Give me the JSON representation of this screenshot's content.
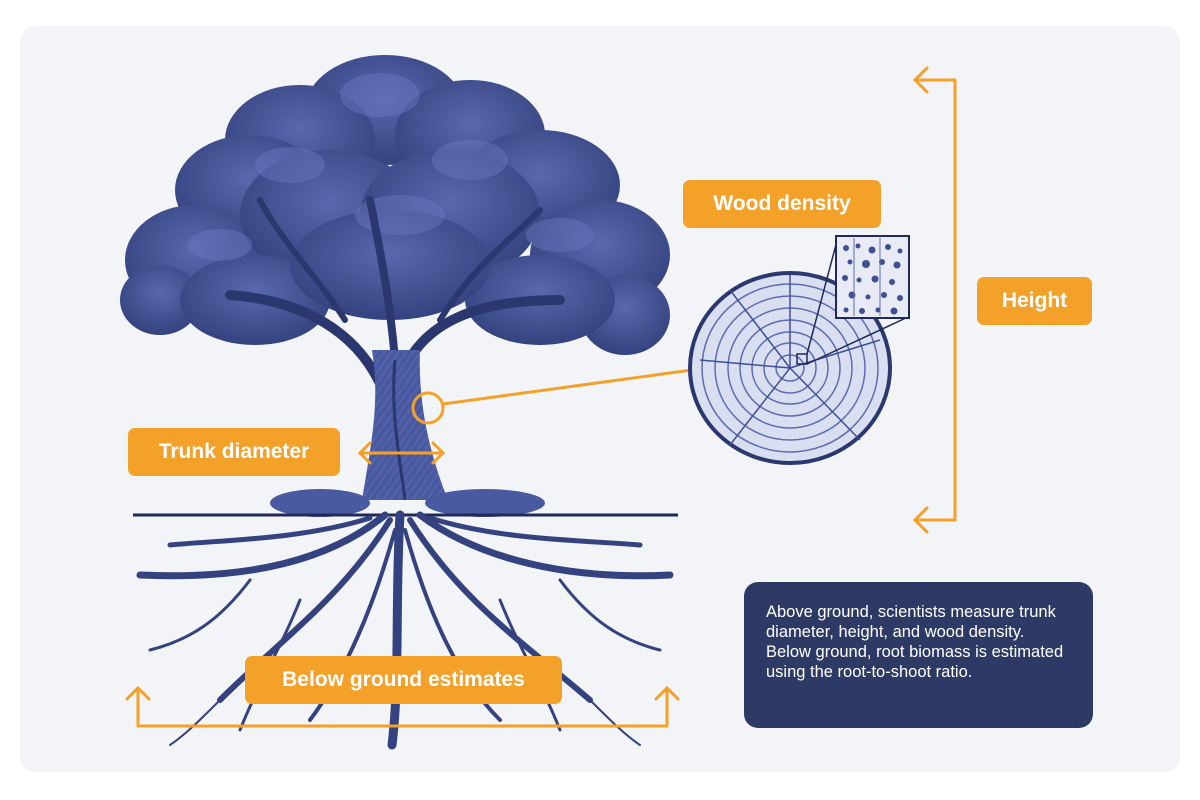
{
  "labels": {
    "wood_density": "Wood density",
    "height": "Height",
    "trunk_diameter": "Trunk diameter",
    "below_ground": "Below ground estimates"
  },
  "info_text": "Above ground, scientists measure trunk diameter, height, and wood density. Below ground, root biomass is estimated using the root-to-shoot ratio.",
  "colors": {
    "background": "#f2f4f7",
    "accent_orange": "#f4a12a",
    "tree_blue": "#3f4f94",
    "info_panel": "#2e3a66",
    "ground_line": "#1f2a5a"
  },
  "icons": [
    "tree-illustration",
    "wood-cross-section",
    "wood-grain-magnified"
  ]
}
